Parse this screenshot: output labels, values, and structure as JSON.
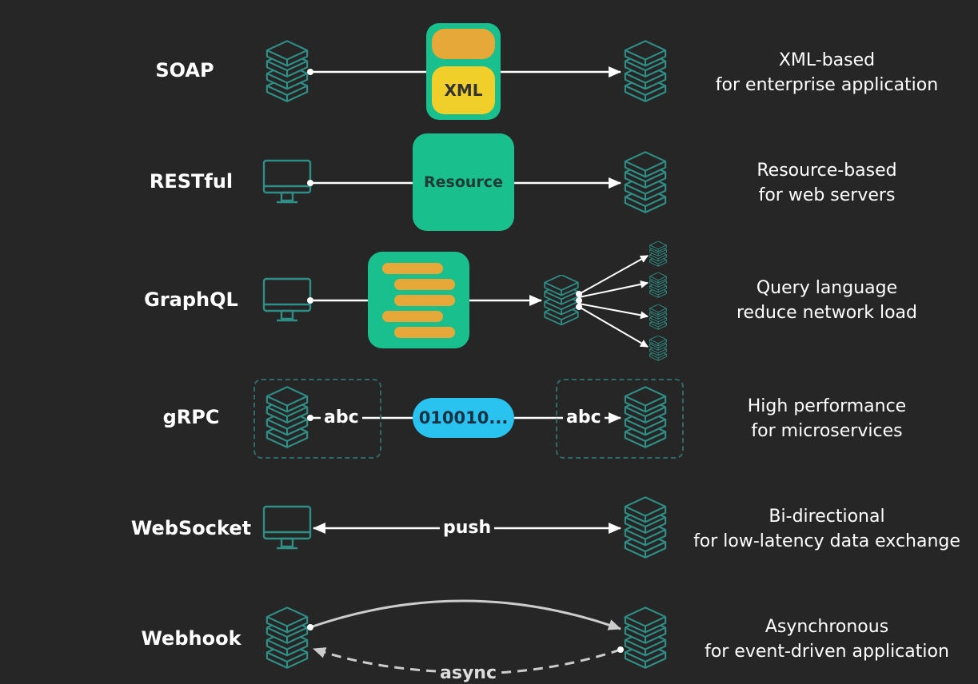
{
  "rows": [
    {
      "protocol": "SOAP",
      "desc_line1": "XML-based",
      "desc_line2": "for enterprise application"
    },
    {
      "protocol": "RESTful",
      "desc_line1": "Resource-based",
      "desc_line2": "for web servers"
    },
    {
      "protocol": "GraphQL",
      "desc_line1": "Query language",
      "desc_line2": "reduce network load"
    },
    {
      "protocol": "gRPC",
      "desc_line1": "High performance",
      "desc_line2": "for microservices"
    },
    {
      "protocol": "WebSocket",
      "desc_line1": "Bi-directional",
      "desc_line2": "for low-latency data exchange"
    },
    {
      "protocol": "Webhook",
      "desc_line1": "Asynchronous",
      "desc_line2": "for event-driven application"
    }
  ],
  "labels": {
    "xml": "XML",
    "resource": "Resource",
    "binary": "010010...",
    "abc_left": "abc",
    "abc_right": "abc",
    "push": "push",
    "async": "async"
  },
  "icons": {
    "server": "server-stack-icon",
    "client": "monitor-icon"
  },
  "colors": {
    "background": "#262626",
    "teal": "#1abf8e",
    "orange": "#e5a839",
    "yellow": "#f1cf2a",
    "cyan": "#2ac3ef",
    "icon_stroke": "#2f8f87"
  }
}
